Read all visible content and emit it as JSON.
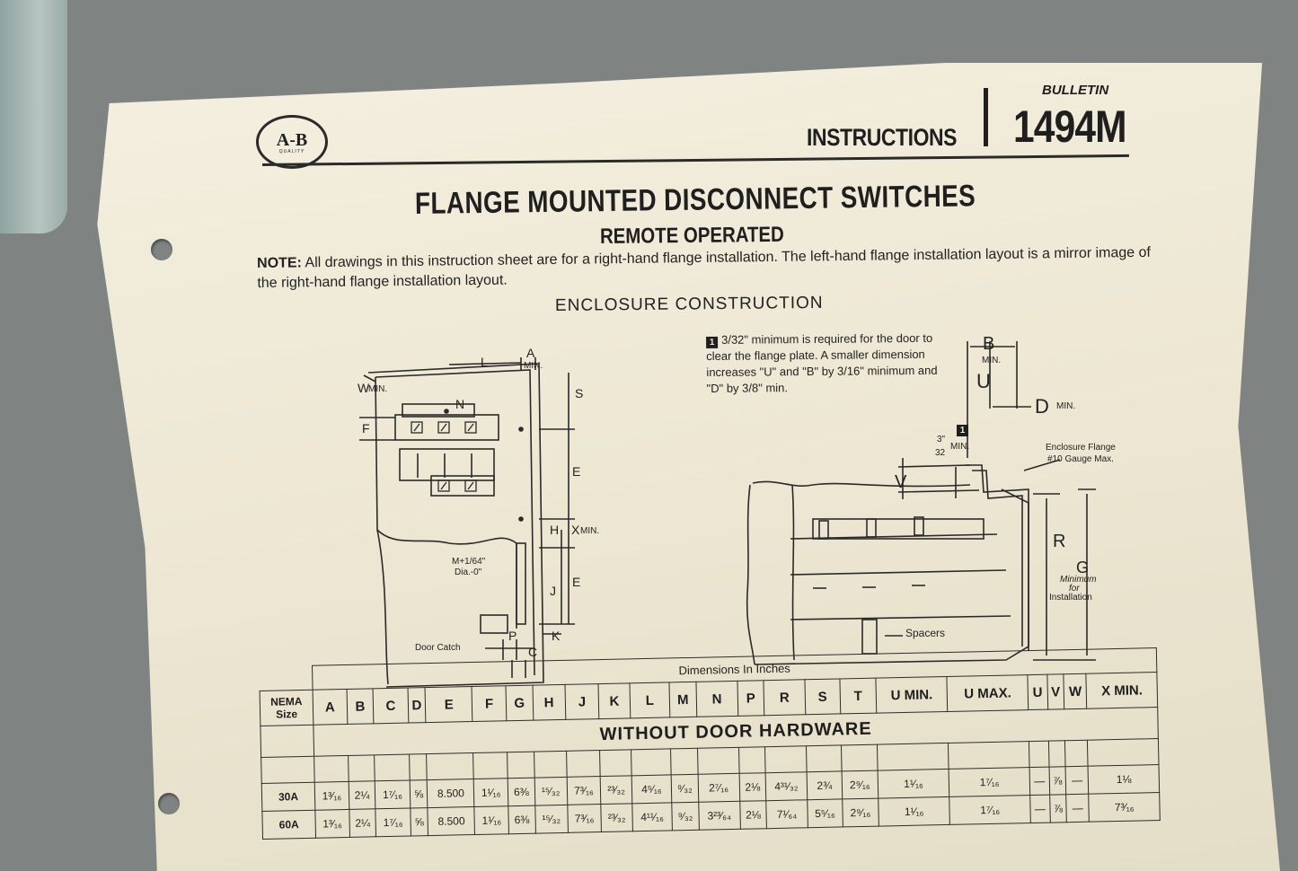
{
  "doc": {
    "logo_text": "A-B",
    "logo_sub": "QUALITY",
    "instructions": "INSTRUCTIONS",
    "bulletin_label": "BULLETIN",
    "bulletin_number": "1494M",
    "title": "FLANGE MOUNTED DISCONNECT SWITCHES",
    "subtitle": "REMOTE OPERATED",
    "note_label": "NOTE:",
    "note_text": "All drawings in this instruction sheet are for a right-hand flange installation. The left-hand flange installation layout is a mirror image of the right-hand flange installation layout.",
    "section_title": "ENCLOSURE CONSTRUCTION",
    "footnote_marker": "1",
    "footnote": "3/32\" minimum is required for the door to clear the flange plate. A smaller dimension increases \"U\" and \"B\" by 3/16\" minimum and \"D\" by 3/8\" min."
  },
  "left_diagram": {
    "labels": {
      "L": "L",
      "A": "A",
      "A_min": "MIN.",
      "W": "W",
      "W_min": "MIN.",
      "S": "S",
      "N": "N",
      "F": "F",
      "E1": "E",
      "H": "H",
      "X": "X",
      "X_min": "MIN.",
      "M": "M+1/64\"",
      "M2": "Dia.-0\"",
      "E2": "E",
      "J": "J",
      "door_catch": "Door Catch",
      "P": "P",
      "K": "K",
      "C": "C"
    }
  },
  "right_diagram": {
    "labels": {
      "B": "B",
      "B_min": "MIN.",
      "U": "U",
      "D": "D",
      "D_min": "MIN.",
      "marker": "1",
      "frac_num": "3\"",
      "frac_den": "32",
      "frac_min": "MIN.",
      "V": "V",
      "flange1": "Enclosure Flange",
      "flange2": "#10 Gauge Max.",
      "R": "R",
      "G": "G",
      "g1": "Minimum",
      "g2": "for",
      "g3": "Installation",
      "spacers": "Spacers"
    }
  },
  "table": {
    "super_header": "Dimensions In Inches",
    "nema": "NEMA Size",
    "columns": [
      "A",
      "B",
      "C",
      "D",
      "E",
      "F",
      "G",
      "H",
      "J",
      "K",
      "L",
      "M",
      "N",
      "P",
      "R",
      "S",
      "T",
      "U MIN.",
      "U MAX.",
      "U",
      "V",
      "W",
      "X MIN."
    ],
    "section": "WITHOUT DOOR HARDWARE",
    "rows": [
      {
        "size": "",
        "cells": [
          "",
          "",
          "",
          "",
          "",
          "",
          "",
          "",
          "",
          "",
          "",
          "",
          "",
          "",
          "",
          "",
          "",
          "",
          "",
          "",
          "",
          "",
          ""
        ]
      },
      {
        "size": "30A",
        "cells": [
          "1³⁄₁₆",
          "2¼",
          "1⁷⁄₁₆",
          "⅝",
          "8.500",
          "1¹⁄₁₆",
          "6⅜",
          "¹⁵⁄₃₂",
          "7³⁄₁₆",
          "²³⁄₃₂",
          "4⁵⁄₁₆",
          "⁹⁄₃₂",
          "2⁷⁄₁₆",
          "2⅛",
          "4³¹⁄₃₂",
          "2¾",
          "2⁹⁄₁₆",
          "1¹⁄₁₆",
          "1⁷⁄₁₆",
          "—",
          "⅞",
          "—",
          "1⅛"
        ]
      },
      {
        "size": "60A",
        "cells": [
          "1³⁄₁₆",
          "2¼",
          "1⁷⁄₁₆",
          "⅝",
          "8.500",
          "1¹⁄₁₆",
          "6⅜",
          "¹⁵⁄₃₂",
          "7³⁄₁₆",
          "²³⁄₃₂",
          "4¹¹⁄₁₆",
          "⁹⁄₃₂",
          "3²³⁄₆₄",
          "2⅛",
          "7¹⁄₆₄",
          "5⁵⁄₁₆",
          "2⁹⁄₁₆",
          "1¹⁄₁₆",
          "1⁷⁄₁₆",
          "—",
          "⅞",
          "—",
          "7³⁄₁₆"
        ]
      }
    ]
  },
  "colors": {
    "paper": "#ece6d2",
    "ink": "#1f1f1f",
    "background": "#7f8483"
  }
}
